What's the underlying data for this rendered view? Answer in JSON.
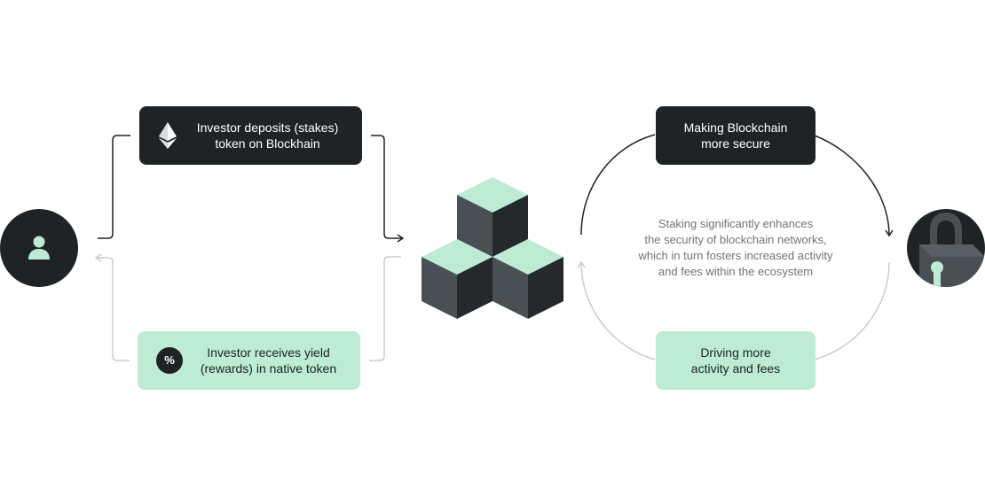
{
  "diagram": {
    "deposit_box": {
      "lines": [
        "Investor deposits (stakes)",
        "token on Blockhain"
      ],
      "icon": "ethereum-icon"
    },
    "yield_box": {
      "lines": [
        "Investor receives yield",
        "(rewards) in native token"
      ],
      "icon_text": "%"
    },
    "secure_box": {
      "lines": [
        "Making Blockchain",
        "more secure"
      ]
    },
    "activity_box": {
      "lines": [
        "Driving more",
        "activity and fees"
      ]
    },
    "description": [
      "Staking significantly enhances",
      "the security of blockchain networks,",
      "which in turn fosters increased activity",
      "and fees within the ecosystem"
    ],
    "investor_icon": "user-icon",
    "blockchain_icon": "cubes-icon",
    "lock_icon": "padlock-icon"
  },
  "colors": {
    "dark": "#1f2326",
    "mint": "#bdebd4",
    "mint_cube": "#bdebd4",
    "cube_mid": "#4a4f54",
    "cube_dark": "#26292c",
    "line_dark": "#1f2326",
    "line_light": "#c9cccf",
    "text_muted": "#6f7478"
  }
}
